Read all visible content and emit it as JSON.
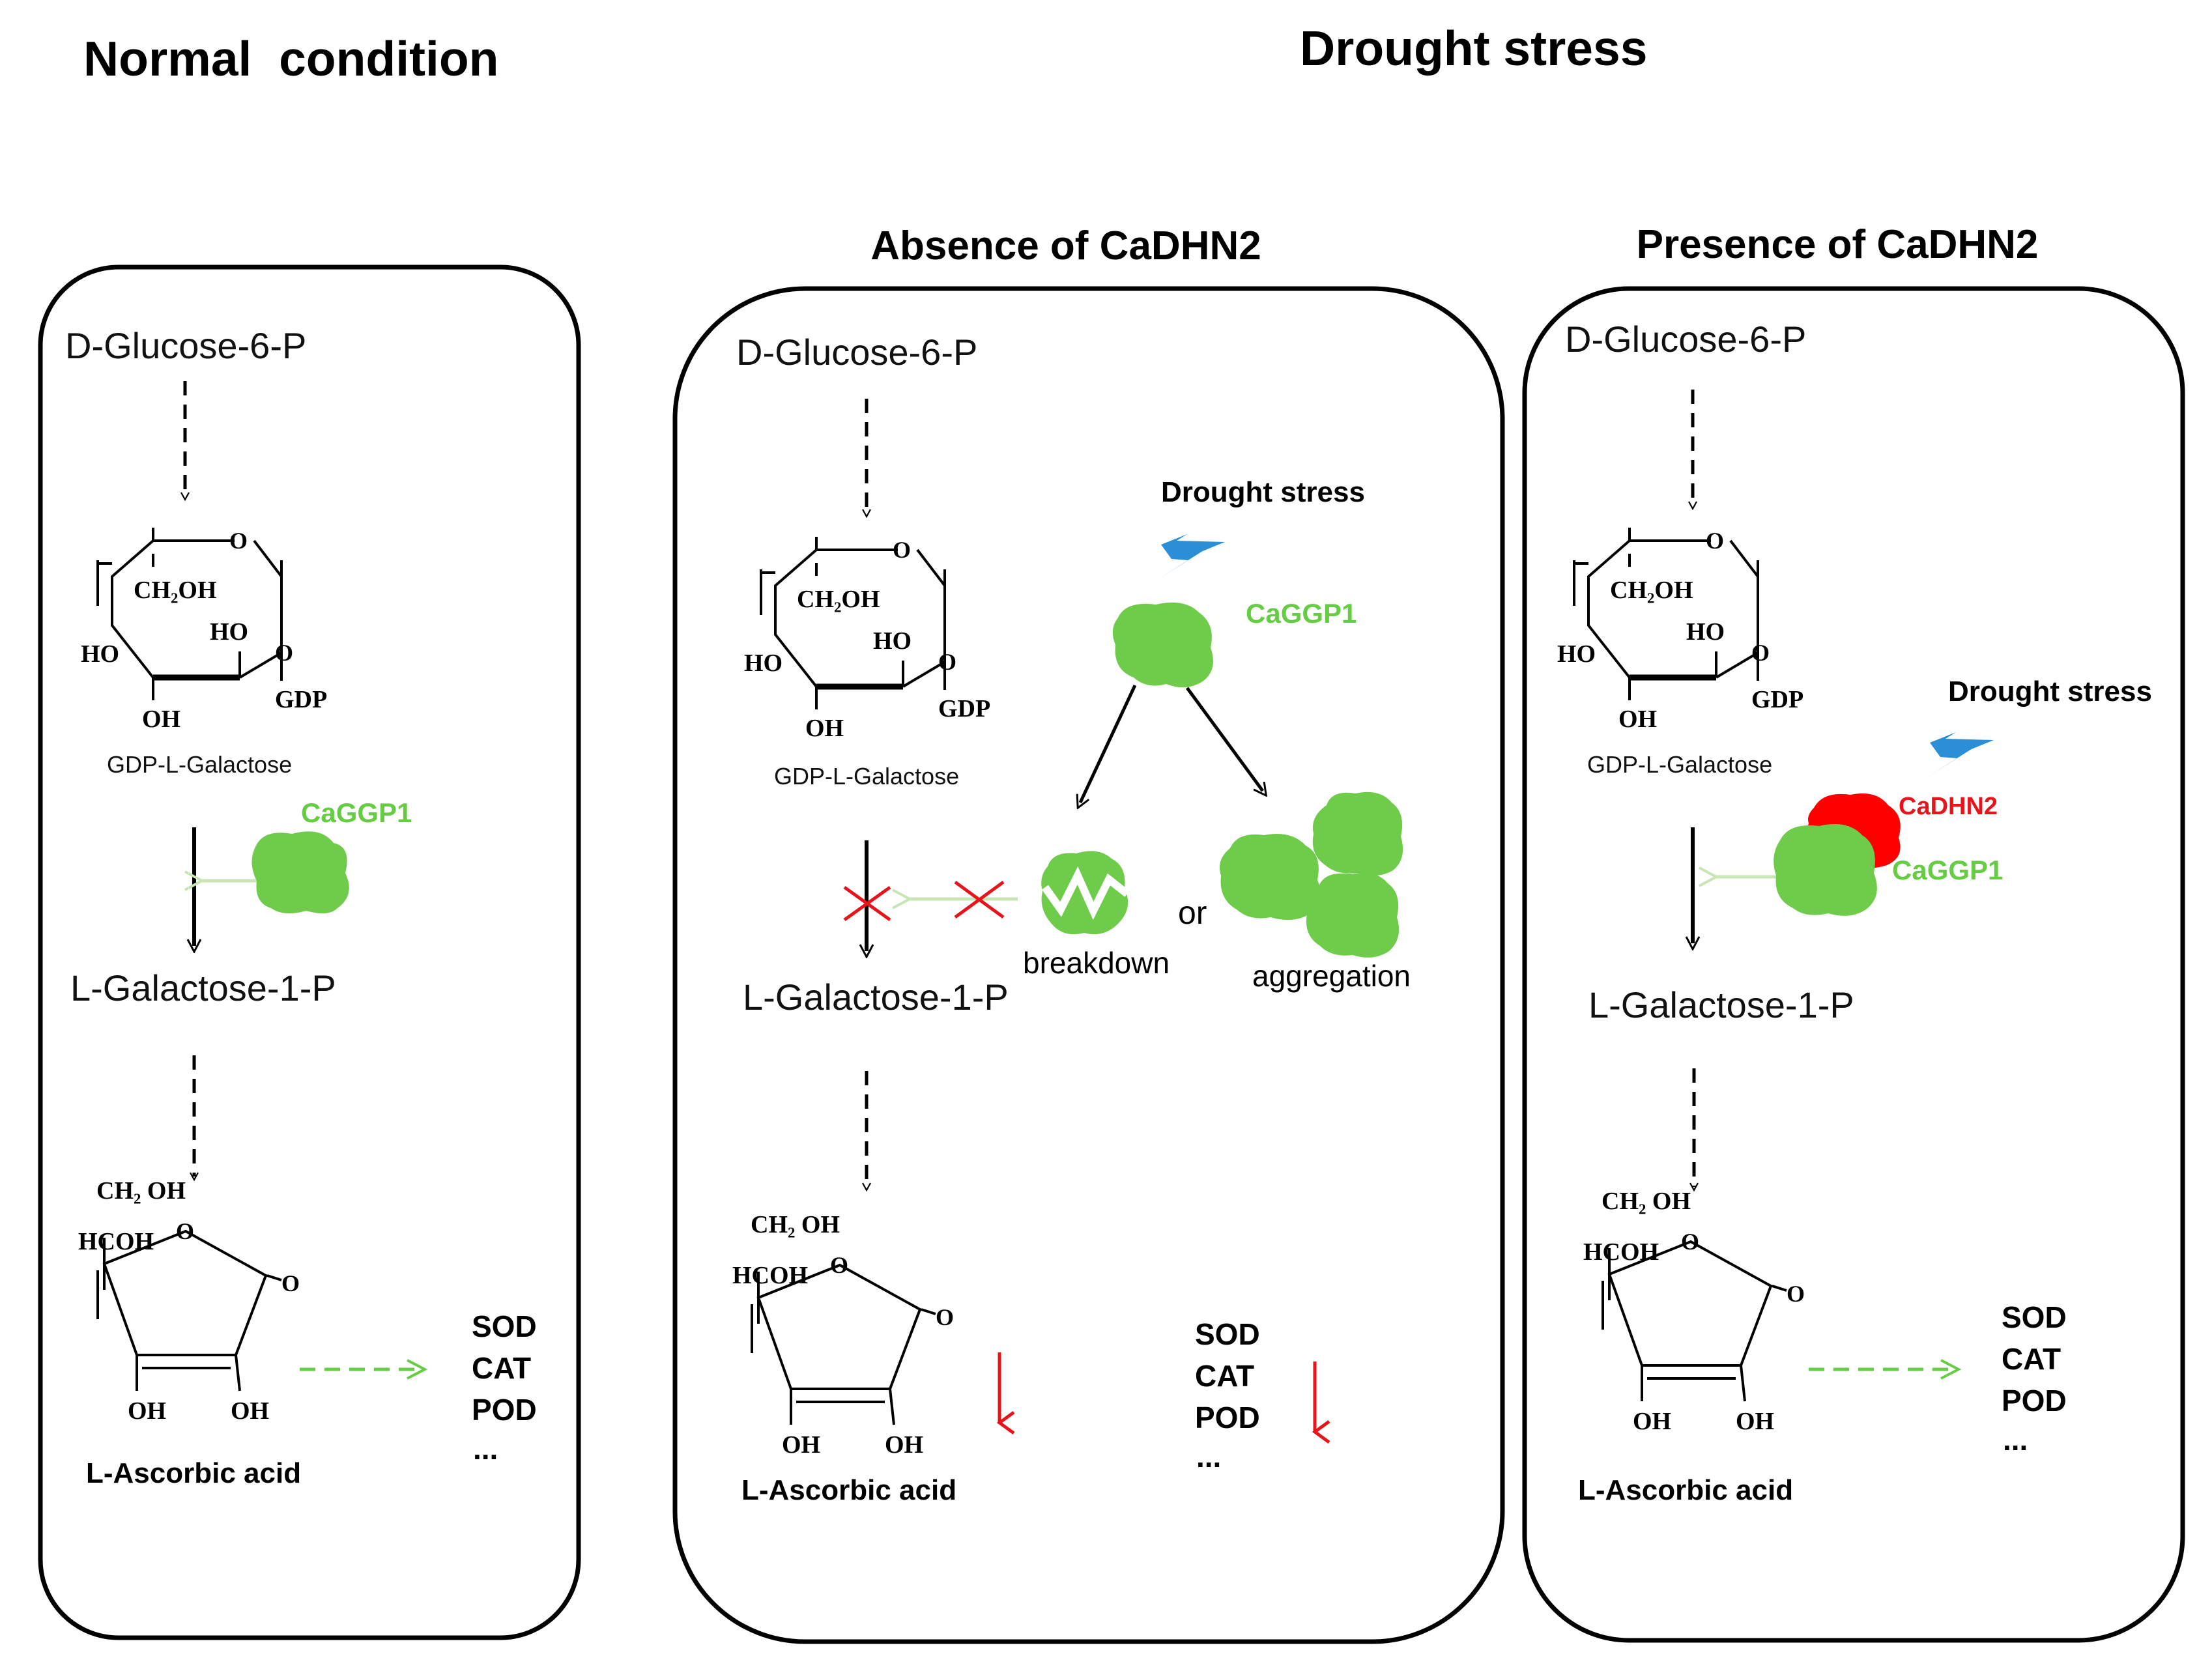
{
  "titles": {
    "normal": "Normal  condition",
    "drought": "Drought stress",
    "absence": "Absence of CaDHN2",
    "presence": "Presence of CaDHN2"
  },
  "compounds": {
    "glucose": "D-Glucose-6-P",
    "gdp_gal": "GDP-L-Galactose",
    "gal1p": "L-Galactose-1-P",
    "asa": "L-Ascorbic acid"
  },
  "struct_labels": {
    "ring_o": "O",
    "ch2oh": "CH₂OH",
    "ho": "HO",
    "oh": "OH",
    "gdp": "GDP",
    "ch2_oh": "CH₂ OH",
    "hcoh": "HCOH",
    "keto_o": "O"
  },
  "proteins": {
    "caggp1": "CaGGP1",
    "cadhn2": "CaDHN2"
  },
  "stress_label": "Drought stress",
  "fate": {
    "breakdown": "breakdown",
    "or": "or",
    "aggregation": "aggregation"
  },
  "enzymes": [
    "SOD",
    "CAT",
    "POD",
    "..."
  ],
  "colors": {
    "protein_green": "#6fcc4b",
    "label_green": "#66cc44",
    "inhibit_red": "#e8141b",
    "cadhn2_red": "#ff0000",
    "bolt_blue": "#2a8fd6",
    "light_green_arrow": "#c9e4b5",
    "dashed_green": "#66cc44"
  }
}
